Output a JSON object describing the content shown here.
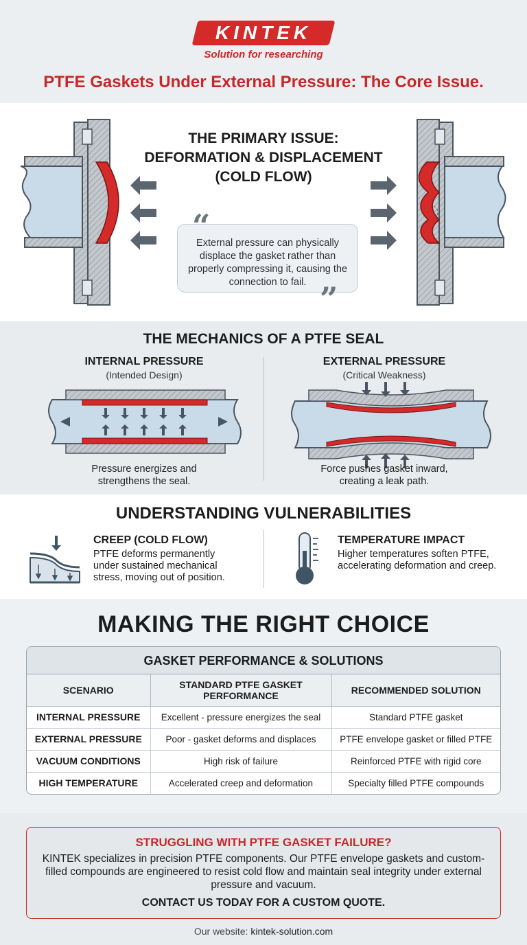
{
  "brand": {
    "logo": "KINTEK",
    "tagline": "Solution for researching",
    "page_title": "PTFE Gaskets Under External Pressure: The Core Issue."
  },
  "primary_issue": {
    "title_lines": [
      "THE PRIMARY ISSUE:",
      "DEFORMATION & DISPLACEMENT",
      "(COLD FLOW)"
    ],
    "quote": "External pressure can physically displace the gasket rather than properly compressing it, causing the connection to fail."
  },
  "mechanics": {
    "title": "THE MECHANICS OF A PTFE SEAL",
    "internal": {
      "heading": "INTERNAL PRESSURE",
      "subheading": "(Intended Design)",
      "caption_lines": [
        "Pressure energizes and",
        "strengthens the seal."
      ]
    },
    "external": {
      "heading": "EXTERNAL PRESSURE",
      "subheading": "(Critical Weakness)",
      "caption_lines": [
        "Force pushes gasket inward,",
        "creating a leak path."
      ]
    }
  },
  "vulnerabilities": {
    "title": "UNDERSTANDING VULNERABILITIES",
    "creep": {
      "heading": "CREEP (COLD FLOW)",
      "body": "PTFE deforms permanently under sustained mechanical stress, moving out of position."
    },
    "temperature": {
      "heading": "TEMPERATURE IMPACT",
      "body": "Higher temperatures soften PTFE, accelerating deformation and creep."
    }
  },
  "choice": {
    "title": "MAKING THE RIGHT CHOICE",
    "table": {
      "caption": "GASKET PERFORMANCE & SOLUTIONS",
      "headers": [
        "SCENARIO",
        "STANDARD PTFE GASKET PERFORMANCE",
        "RECOMMENDED SOLUTION"
      ],
      "rows": [
        [
          "INTERNAL PRESSURE",
          "Excellent - pressure energizes the seal",
          "Standard PTFE gasket"
        ],
        [
          "EXTERNAL PRESSURE",
          "Poor - gasket deforms and displaces",
          "PTFE envelope gasket or filled PTFE"
        ],
        [
          "VACUUM CONDITIONS",
          "High risk of failure",
          "Reinforced PTFE with rigid core"
        ],
        [
          "HIGH TEMPERATURE",
          "Accelerated creep and deformation",
          "Specialty filled PTFE compounds"
        ]
      ]
    }
  },
  "cta": {
    "title": "STRUGGLING WITH PTFE GASKET FAILURE?",
    "body": "KINTEK specializes in precision PTFE components. Our PTFE envelope gaskets and custom-filled compounds are engineered to resist cold flow and maintain seal integrity under external pressure and vacuum.",
    "link": "CONTACT US TODAY FOR A CUSTOM QUOTE."
  },
  "footer": {
    "label": "Our website:",
    "site": "kintek-solution.com"
  },
  "colors": {
    "accent_red": "#d42a2a",
    "pipe_blue": "#c9dbe8",
    "metal_gray": "#c3c8cd",
    "dark_text": "#1c1c1c"
  }
}
